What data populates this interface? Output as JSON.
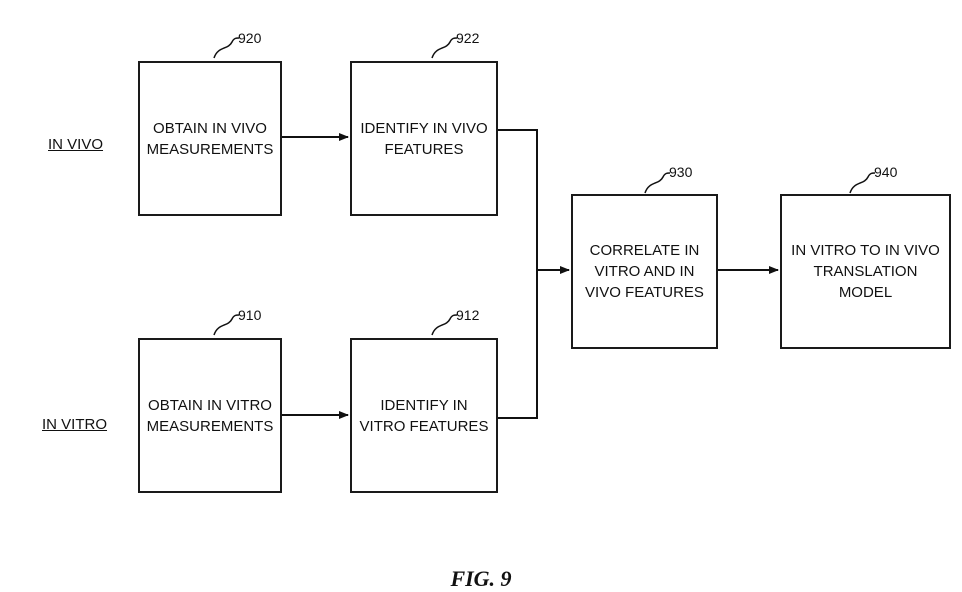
{
  "labels": {
    "in_vivo": "IN VIVO",
    "in_vitro": "IN VITRO"
  },
  "boxes": {
    "obtain_in_vivo": {
      "ref": "920",
      "text": "OBTAIN IN VIVO\nMEASUREMENTS"
    },
    "identify_in_vivo": {
      "ref": "922",
      "text": "IDENTIFY IN VIVO\nFEATURES"
    },
    "obtain_in_vitro": {
      "ref": "910",
      "text": "OBTAIN IN VITRO\nMEASUREMENTS"
    },
    "identify_in_vitro": {
      "ref": "912",
      "text": "IDENTIFY IN\nVITRO FEATURES"
    },
    "correlate": {
      "ref": "930",
      "text": "CORRELATE IN\nVITRO AND IN\nVIVO FEATURES"
    },
    "translation": {
      "ref": "940",
      "text": "IN VITRO TO IN VIVO\nTRANSLATION\nMODEL"
    }
  },
  "figure_caption": "FIG. 9"
}
